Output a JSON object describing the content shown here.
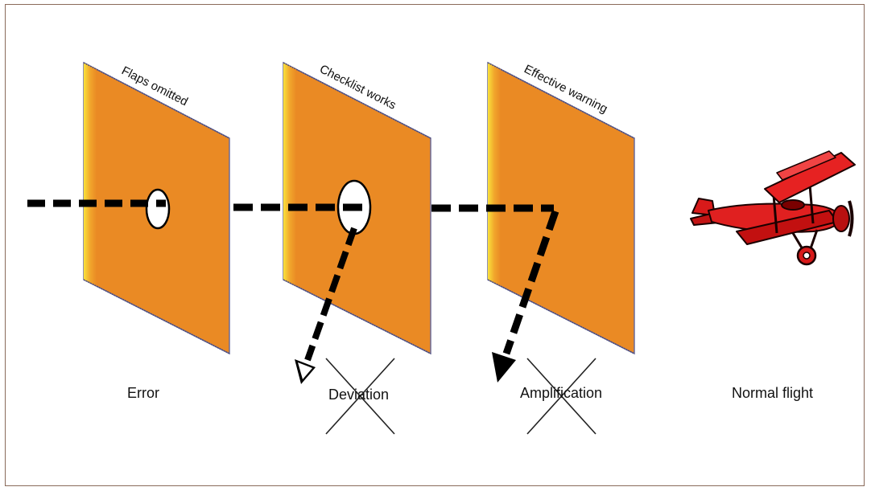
{
  "diagram": {
    "barriers": [
      {
        "title": "Flaps omitted"
      },
      {
        "title": "Checklist works"
      },
      {
        "title": "Effective warning"
      }
    ],
    "stages": [
      {
        "label": "Error"
      },
      {
        "label": "Deviation"
      },
      {
        "label": "Amplification"
      },
      {
        "label": "Normal flight"
      }
    ],
    "colors": {
      "barrier_fill": "#ea8a24",
      "barrier_edge_light": "#f8d13a",
      "path": "#000000",
      "aircraft": "#d81a1a"
    }
  }
}
